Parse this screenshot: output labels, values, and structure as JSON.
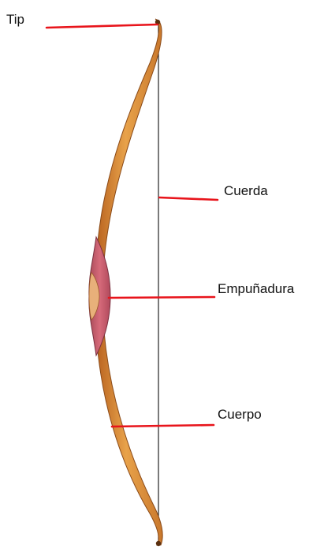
{
  "labels": {
    "tip": "Tip",
    "cuerda": "Cuerda",
    "empunadura": "Empuñadura",
    "cuerpo": "Cuerpo"
  },
  "colors": {
    "pointer_line": "#e8141b",
    "bow_wood_light": "#e8a24a",
    "bow_wood_dark": "#b8621f",
    "bow_edge": "#8a4a18",
    "grip_accent": "#c8586a",
    "string": "#222222",
    "text": "#111111"
  }
}
